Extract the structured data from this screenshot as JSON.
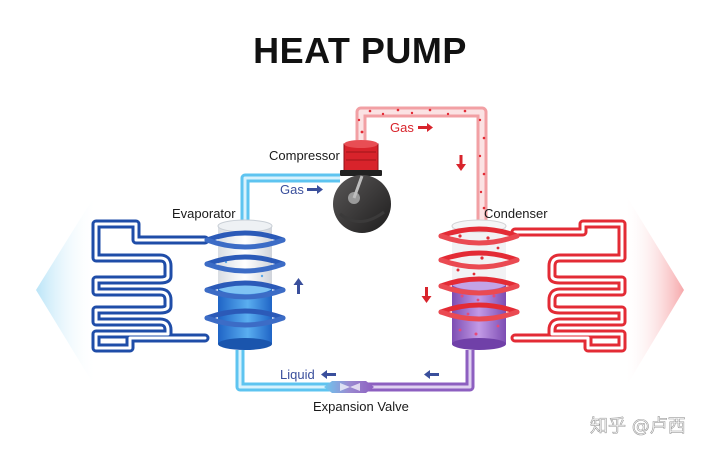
{
  "title": "HEAT PUMP",
  "labels": {
    "compressor": "Compressor",
    "evaporator": "Evaporator",
    "condenser": "Condenser",
    "expansion_valve": "Expansion Valve"
  },
  "flow_labels": {
    "gas_left": "Gas",
    "gas_top": "Gas",
    "liquid": "Liquid"
  },
  "watermark": "知乎 @卢西",
  "colors": {
    "cold": "#2f5fb3",
    "cold_light": "#5ec4f0",
    "hot": "#e32b35",
    "hot_light": "#f3a9ad",
    "mixed": "#8d5fc0",
    "title": "#111111"
  }
}
